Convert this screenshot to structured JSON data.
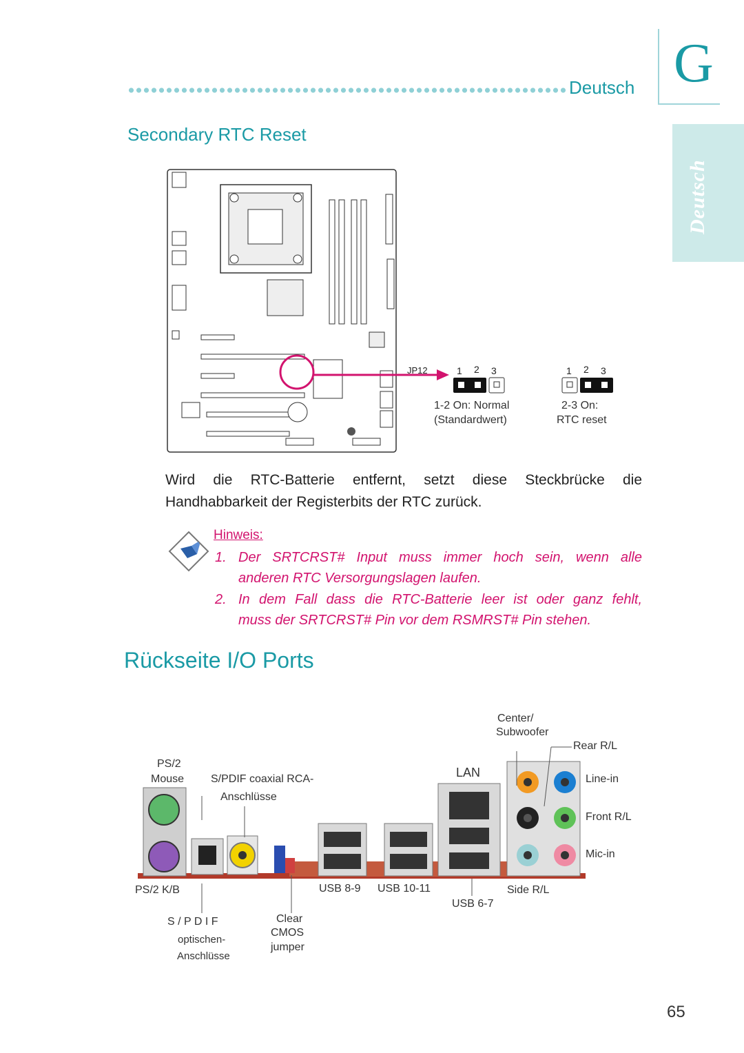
{
  "header": {
    "section_word": "Deutsch",
    "chapter_letter": "G",
    "side_tab": "Deutsch"
  },
  "rtc": {
    "title": "Secondary RTC Reset",
    "jumper_label": "JP12",
    "pins_left": [
      "1",
      "2",
      "3"
    ],
    "pins_right": [
      "1",
      "2",
      "3"
    ],
    "caption_left_1": "1-2 On: Normal",
    "caption_left_2": "(Standardwert)",
    "caption_right_1": "2-3 On:",
    "caption_right_2": "RTC reset",
    "body": "Wird die RTC-Batterie entfernt, setzt diese Steckbrücke die Handhabbarkeit der Registerbits der RTC zurück."
  },
  "note": {
    "title": "Hinweis:",
    "item1_num": "1.",
    "item1_line1": "Der SRTCRST# Input muss immer hoch sein, wenn alle",
    "item1_line2": "anderen RTC Versorgungslagen laufen.",
    "item2_num": "2.",
    "item2_line1": "In dem Fall dass die  RTC-Batterie leer ist oder ganz fehlt,",
    "item2_line2": "muss der SRTCRST# Pin vor dem RSMRST# Pin stehen."
  },
  "io": {
    "title": "Rückseite I/O Ports",
    "labels": {
      "ps2_mouse_1": "PS/2",
      "ps2_mouse_2": "Mouse",
      "spdif_coax_1": "S/PDIF coaxial RCA-",
      "spdif_coax_2": "Anschlüsse",
      "lan": "LAN",
      "center_1": "Center/",
      "center_2": "Subwoofer",
      "rear": "Rear R/L",
      "line_in": "Line-in",
      "front": "Front R/L",
      "mic_in": "Mic-in",
      "ps2_kb": "PS/2  K/B",
      "usb_89": "USB  8-9",
      "usb_1011": "USB  10-11",
      "usb_67": "USB  6-7",
      "side": "Side R/L",
      "spdif_opt_1": "S / P D I F",
      "spdif_opt_2": "optischen-",
      "spdif_opt_3": "Anschlüsse",
      "clear_1": "Clear",
      "clear_2": "CMOS",
      "clear_3": "jumper"
    }
  },
  "page_number": "65",
  "colors": {
    "teal": "#1a9aa5",
    "magenta": "#d2136e",
    "board_bg": "#ffffff"
  }
}
